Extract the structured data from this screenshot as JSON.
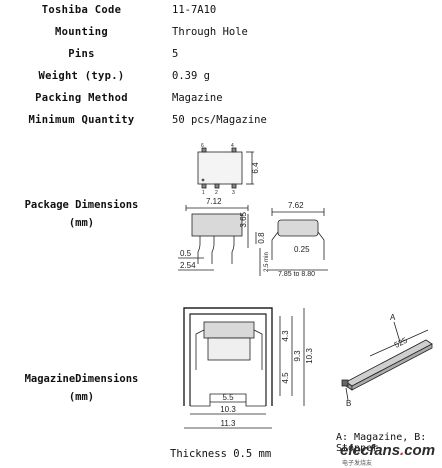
{
  "specs": [
    {
      "label": "Toshiba Code",
      "value": "11-7A10"
    },
    {
      "label": "Mounting",
      "value": "Through Hole"
    },
    {
      "label": "Pins",
      "value": "5"
    },
    {
      "label": "Weight (typ.)",
      "value": "0.39 g"
    },
    {
      "label": "Packing Method",
      "value": "Magazine"
    },
    {
      "label": "Minimum Quantity",
      "value": "50 pcs/Magazine"
    }
  ],
  "package": {
    "label_line1": "Package Dimensions",
    "label_line2": "(mm)",
    "pin_top_left": "6",
    "pin_top_right": "4",
    "pin_bottom_1": "1",
    "pin_bottom_2": "2",
    "pin_bottom_3": "3",
    "dim_body_height": "6.4",
    "dim_body_width": "7.12",
    "dim_side_width": "7.62",
    "dim_body_thickness": "3.65",
    "dim_offset": "0.8",
    "dim_lead_thick": "0.25",
    "dim_lead_width": "0.5",
    "dim_pitch": "2.54",
    "dim_lead_length": "2.5 min",
    "dim_lead_span": "7.85 to 8.80"
  },
  "magazine": {
    "label_line1": "MagazineDimensions",
    "label_line2": "(mm)",
    "dim_upper": "4.3",
    "dim_lower": "4.5",
    "dim_inner_height": "9.3",
    "dim_outer_height": "10.3",
    "dim_slot": "5.5",
    "dim_inner_width": "10.3",
    "dim_outer_width": "11.3",
    "dim_length": "525",
    "callout_a": "A",
    "callout_b": "B",
    "thickness_label": "Thickness",
    "thickness_value": "0.5 mm",
    "legend": "A: Magazine, B: Stopper"
  },
  "watermark": {
    "chinese": "电子发烧友",
    "brand_left": "elecfans",
    "brand_dot": ".",
    "brand_right": "com"
  }
}
